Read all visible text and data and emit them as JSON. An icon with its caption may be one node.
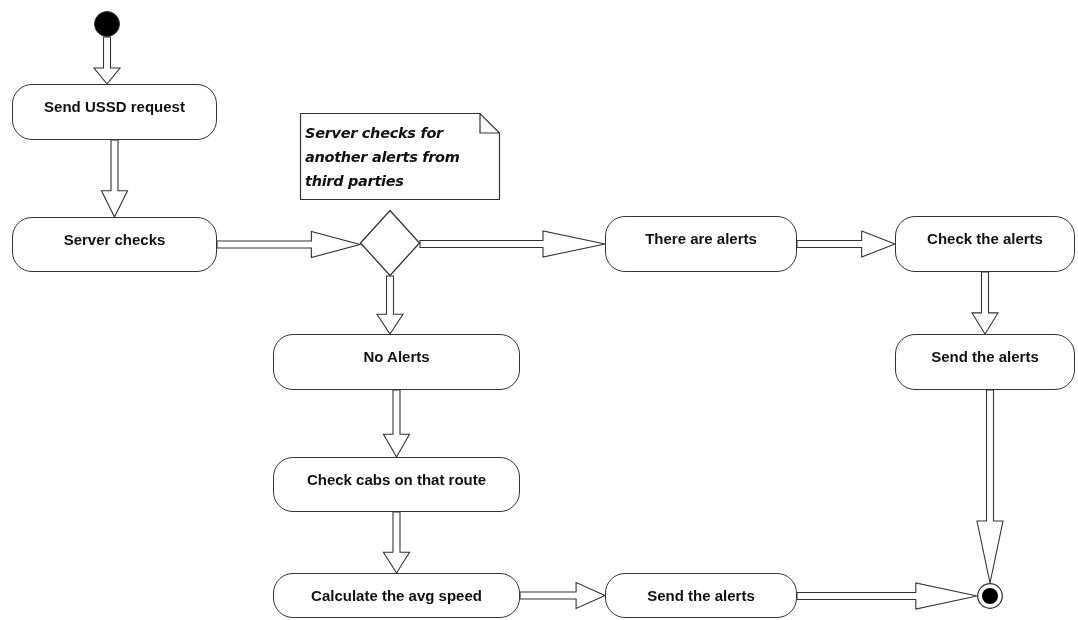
{
  "diagram": {
    "nodes": [
      {
        "text": [],
        "shape": "circle"
      },
      {
        "text": [
          "Send USSD request"
        ]
      },
      {
        "text": [
          "Server checks"
        ]
      },
      {
        "text": [
          "Server checks for another alerts from third parties"
        ]
      },
      {
        "text": [],
        "shape": "diamond"
      },
      {
        "text": [
          "There are alerts"
        ]
      },
      {
        "text": [
          "Check the alerts"
        ]
      },
      {
        "text": [
          "Send the alerts"
        ]
      },
      {
        "text": [
          "No Alerts"
        ]
      },
      {
        "text": [
          "Check cabs on that route"
        ]
      },
      {
        "text": [
          "Calculate the avg speed"
        ]
      },
      {
        "text": [
          "Send the alerts"
        ]
      },
      {
        "text": [],
        "shape": "bullseye"
      }
    ],
    "edges": [
      {
        "from": 0,
        "to": 1,
        "arrow": "to"
      },
      {
        "from": 1,
        "to": 2,
        "arrow": "to"
      },
      {
        "from": 2,
        "to": 4,
        "arrow": "to"
      },
      {
        "from": 4,
        "to": 5,
        "arrow": "to"
      },
      {
        "from": 5,
        "to": 6,
        "arrow": "to"
      },
      {
        "from": 6,
        "to": 7,
        "arrow": "to"
      },
      {
        "from": 4,
        "to": 8,
        "arrow": "to"
      },
      {
        "from": 8,
        "to": 9,
        "arrow": "to"
      },
      {
        "from": 9,
        "to": 10,
        "arrow": "to"
      },
      {
        "from": 10,
        "to": 11,
        "arrow": "to"
      },
      {
        "from": 11,
        "to": 12,
        "arrow": "to"
      },
      {
        "from": 7,
        "to": 12,
        "arrow": "to"
      }
    ]
  }
}
